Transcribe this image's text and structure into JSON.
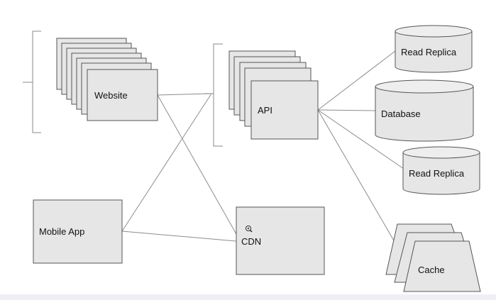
{
  "diagram": {
    "nodes": {
      "website": "Website",
      "api": "API",
      "mobile_app": "Mobile App",
      "cdn": "CDN",
      "read_replica_top": "Read Replica",
      "database": "Database",
      "read_replica_bottom": "Read Replica",
      "cache": "Cache"
    },
    "edges": [
      [
        "website",
        "api"
      ],
      [
        "website",
        "cdn"
      ],
      [
        "mobile_app",
        "api"
      ],
      [
        "mobile_app",
        "cdn"
      ],
      [
        "api",
        "read_replica_top"
      ],
      [
        "api",
        "database"
      ],
      [
        "api",
        "read_replica_bottom"
      ],
      [
        "api",
        "cache"
      ]
    ],
    "icons": {
      "cursor": "zoom-in-cursor-icon"
    },
    "colors": {
      "box_fill": "#e6e6e6",
      "stroke": "#555555",
      "edge": "#8c8c8c"
    }
  }
}
